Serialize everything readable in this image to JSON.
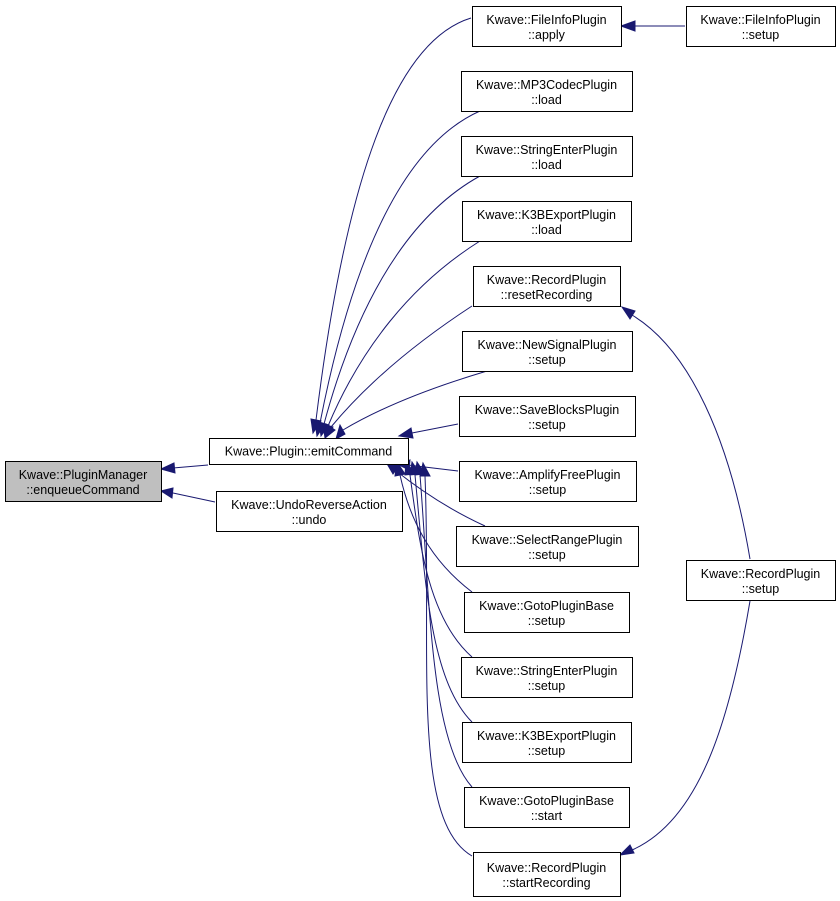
{
  "graph": {
    "nodes": [
      {
        "id": "pm_enqueue",
        "name": "node-pluginmanager-enqueuecommand",
        "line1": "Kwave::PluginManager",
        "line2": "::enqueueCommand",
        "highlight": true
      },
      {
        "id": "plugin_emit",
        "name": "node-plugin-emitcommand",
        "line1": "Kwave::Plugin::emitCommand",
        "line2": ""
      },
      {
        "id": "undo_rev",
        "name": "node-undoreverseaction-undo",
        "line1": "Kwave::UndoReverseAction",
        "line2": "::undo"
      },
      {
        "id": "fileinfo_apply",
        "name": "node-fileinfoplugin-apply",
        "line1": "Kwave::FileInfoPlugin",
        "line2": "::apply"
      },
      {
        "id": "fileinfo_setup",
        "name": "node-fileinfoplugin-setup",
        "line1": "Kwave::FileInfoPlugin",
        "line2": "::setup"
      },
      {
        "id": "mp3_load",
        "name": "node-mp3codecplugin-load",
        "line1": "Kwave::MP3CodecPlugin",
        "line2": "::load"
      },
      {
        "id": "strenter_load",
        "name": "node-stringenterplugin-load",
        "line1": "Kwave::StringEnterPlugin",
        "line2": "::load"
      },
      {
        "id": "k3b_load",
        "name": "node-k3bexportplugin-load",
        "line1": "Kwave::K3BExportPlugin",
        "line2": "::load"
      },
      {
        "id": "rec_reset",
        "name": "node-recordplugin-resetrecording",
        "line1": "Kwave::RecordPlugin",
        "line2": "::resetRecording"
      },
      {
        "id": "newsig_setup",
        "name": "node-newsignalplugin-setup",
        "line1": "Kwave::NewSignalPlugin",
        "line2": "::setup"
      },
      {
        "id": "saveblocks_setup",
        "name": "node-saveblocksplugin-setup",
        "line1": "Kwave::SaveBlocksPlugin",
        "line2": "::setup"
      },
      {
        "id": "amplify_setup",
        "name": "node-amplifyfreeplugin-setup",
        "line1": "Kwave::AmplifyFreePlugin",
        "line2": "::setup"
      },
      {
        "id": "selrange_setup",
        "name": "node-selectrangeplugin-setup",
        "line1": "Kwave::SelectRangePlugin",
        "line2": "::setup"
      },
      {
        "id": "goto_setup",
        "name": "node-gotopluginbase-setup",
        "line1": "Kwave::GotoPluginBase",
        "line2": "::setup"
      },
      {
        "id": "strenter_setup",
        "name": "node-stringenterplugin-setup",
        "line1": "Kwave::StringEnterPlugin",
        "line2": "::setup"
      },
      {
        "id": "k3b_setup",
        "name": "node-k3bexportplugin-setup",
        "line1": "Kwave::K3BExportPlugin",
        "line2": "::setup"
      },
      {
        "id": "goto_start",
        "name": "node-gotopluginbase-start",
        "line1": "Kwave::GotoPluginBase",
        "line2": "::start"
      },
      {
        "id": "rec_start",
        "name": "node-recordplugin-startrecording",
        "line1": "Kwave::RecordPlugin",
        "line2": "::startRecording"
      },
      {
        "id": "rec_setup",
        "name": "node-recordplugin-setup",
        "line1": "Kwave::RecordPlugin",
        "line2": "::setup"
      }
    ],
    "edges": [
      {
        "from": "plugin_emit",
        "to": "pm_enqueue"
      },
      {
        "from": "undo_rev",
        "to": "pm_enqueue"
      },
      {
        "from": "fileinfo_apply",
        "to": "plugin_emit"
      },
      {
        "from": "mp3_load",
        "to": "plugin_emit"
      },
      {
        "from": "strenter_load",
        "to": "plugin_emit"
      },
      {
        "from": "k3b_load",
        "to": "plugin_emit"
      },
      {
        "from": "rec_reset",
        "to": "plugin_emit"
      },
      {
        "from": "newsig_setup",
        "to": "plugin_emit"
      },
      {
        "from": "saveblocks_setup",
        "to": "plugin_emit"
      },
      {
        "from": "amplify_setup",
        "to": "plugin_emit"
      },
      {
        "from": "selrange_setup",
        "to": "plugin_emit"
      },
      {
        "from": "goto_setup",
        "to": "plugin_emit"
      },
      {
        "from": "strenter_setup",
        "to": "plugin_emit"
      },
      {
        "from": "k3b_setup",
        "to": "plugin_emit"
      },
      {
        "from": "goto_start",
        "to": "plugin_emit"
      },
      {
        "from": "rec_start",
        "to": "plugin_emit"
      },
      {
        "from": "fileinfo_setup",
        "to": "fileinfo_apply"
      },
      {
        "from": "rec_setup",
        "to": "rec_reset"
      },
      {
        "from": "rec_setup",
        "to": "rec_start"
      }
    ],
    "colors": {
      "edge": "#191970",
      "highlight_fill": "#bfbfbf",
      "node_border": "#000000",
      "background": "#ffffff"
    }
  }
}
